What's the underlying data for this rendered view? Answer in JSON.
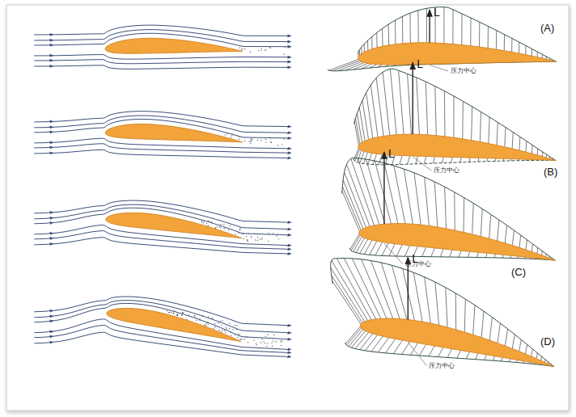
{
  "diagram": {
    "labels": [
      "L",
      "(A)",
      "压力中心",
      "L",
      "(B)",
      "压力中心",
      "L",
      "(C)",
      "压力中心",
      "L",
      "(D)",
      "压力中心"
    ]
  }
}
